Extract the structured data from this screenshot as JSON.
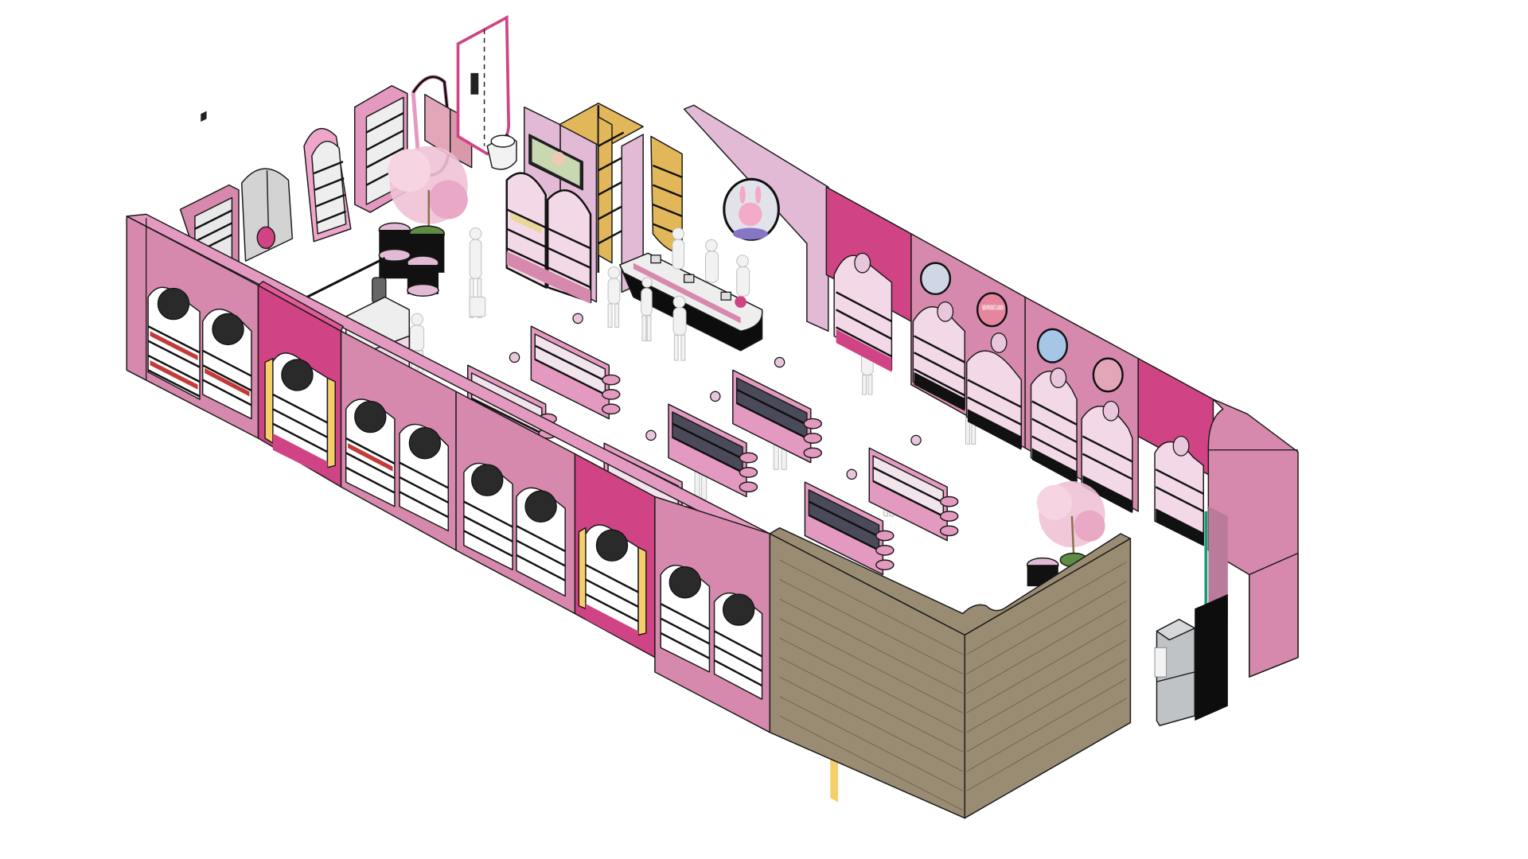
{
  "scene": {
    "title": "Isometric cosmetics store interior",
    "view": "isometric"
  },
  "colors": {
    "background": "#ffffff",
    "floor": "#ffffff",
    "wall_pink": "#d689ad",
    "wall_pink_light": "#e2bad6",
    "wall_pink_top": "#e49ac0",
    "accent_magenta": "#d04384",
    "arch_yellow": "#f6cf6b",
    "shelf_gold": "#e2b75a",
    "shelf_black": "#111111",
    "wood_panel": "#9a8c72",
    "wood_line": "#6f6550",
    "counter_black": "#0d0d0d",
    "counter_top": "#eeeeee",
    "figure_white": "#f2f2f2",
    "mirror_gray": "#d3d3d3",
    "fridge_gray": "#bfc3c6",
    "door_green": "#1e9a78",
    "tree_pink": "#f0c2d6",
    "planter_green": "#5e8c44",
    "porthole_dark": "#2a2a2a",
    "sign_light": "#e8c6dc"
  },
  "components": {
    "front_wall": {
      "label": "Front display wall with arched shelving",
      "arch_count": 10
    },
    "back_wall": {
      "label": "Back display wall with arched shelving",
      "arch_count": 7
    },
    "wood_partition": {
      "label": "Wood slat corner partition"
    },
    "cashier_counter": {
      "label": "Cashier counter"
    },
    "gondolas": {
      "label": "Island gondola shelves",
      "count": 8
    },
    "tree": {
      "label": "Cherry blossom tree planter",
      "count": 2
    },
    "fridge": {
      "label": "Beverage fridge"
    },
    "restroom": {
      "label": "Restroom fixtures"
    }
  },
  "posters": {
    "new_product": "NEW PRODUCT LAUNCH"
  }
}
